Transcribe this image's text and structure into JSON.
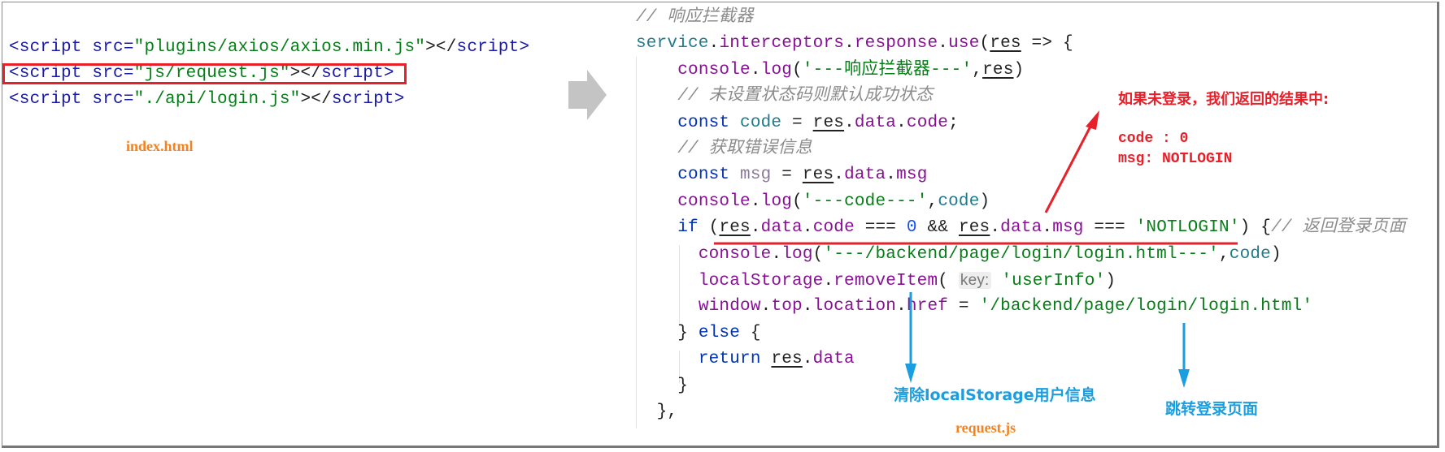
{
  "index_html": {
    "lines": [
      [
        [
          "<script",
          "t-tag"
        ],
        [
          " src=",
          "t-attr"
        ],
        [
          "\"plugins/axios/axios.min.js\"",
          "t-str"
        ],
        [
          "></",
          "t-punc"
        ],
        [
          "script",
          "t-tag"
        ],
        [
          ">",
          "t-tag"
        ]
      ],
      [
        [
          "<script",
          "t-tag"
        ],
        [
          " src=",
          "t-attr"
        ],
        [
          "\"js/request.js\"",
          "t-str"
        ],
        [
          "></",
          "t-punc"
        ],
        [
          "script",
          "t-tag"
        ],
        [
          ">",
          "t-tag"
        ]
      ],
      [
        [
          "<script",
          "t-tag"
        ],
        [
          " src=",
          "t-attr"
        ],
        [
          "\"./api/login.js\"",
          "t-str"
        ],
        [
          "></",
          "t-punc"
        ],
        [
          "script",
          "t-tag"
        ],
        [
          ">",
          "t-tag"
        ]
      ]
    ],
    "caption": "index.html"
  },
  "request_js": {
    "lines": [
      [
        [
          "// 响应拦截器",
          "t-cm"
        ]
      ],
      [
        [
          "service",
          "t-var"
        ],
        [
          ".",
          "t-plain"
        ],
        [
          "interceptors",
          "t-prop"
        ],
        [
          ".",
          "t-plain"
        ],
        [
          "response",
          "t-prop"
        ],
        [
          ".",
          "t-plain"
        ],
        [
          "use",
          "t-prop"
        ],
        [
          "(",
          "t-plain"
        ],
        [
          "res",
          "t-ul"
        ],
        [
          " => {",
          "t-plain"
        ]
      ],
      [
        [
          "    ",
          "t-plain"
        ],
        [
          "console",
          "t-prop"
        ],
        [
          ".",
          "t-plain"
        ],
        [
          "log",
          "t-prop"
        ],
        [
          "(",
          "t-plain"
        ],
        [
          "'---响应拦截器---'",
          "t-str"
        ],
        [
          ",",
          "t-plain"
        ],
        [
          "res",
          "t-ul"
        ],
        [
          ")",
          "t-plain"
        ]
      ],
      [
        [
          "    ",
          "t-plain"
        ],
        [
          "// 未设置状态码则默认成功状态",
          "t-cm"
        ]
      ],
      [
        [
          "    ",
          "t-plain"
        ],
        [
          "const ",
          "t-kw"
        ],
        [
          "code",
          "t-var"
        ],
        [
          " = ",
          "t-plain"
        ],
        [
          "res",
          "t-ul"
        ],
        [
          ".",
          "t-plain"
        ],
        [
          "data",
          "t-prop"
        ],
        [
          ".",
          "t-plain"
        ],
        [
          "code",
          "t-prop"
        ],
        [
          ";",
          "t-plain"
        ]
      ],
      [
        [
          "    ",
          "t-plain"
        ],
        [
          "// 获取错误信息",
          "t-cm"
        ]
      ],
      [
        [
          "    ",
          "t-plain"
        ],
        [
          "const ",
          "t-kw"
        ],
        [
          "msg",
          "t-msg"
        ],
        [
          " = ",
          "t-plain"
        ],
        [
          "res",
          "t-ul"
        ],
        [
          ".",
          "t-plain"
        ],
        [
          "data",
          "t-prop"
        ],
        [
          ".",
          "t-plain"
        ],
        [
          "msg",
          "t-prop"
        ]
      ],
      [
        [
          "    ",
          "t-plain"
        ],
        [
          "console",
          "t-prop"
        ],
        [
          ".",
          "t-plain"
        ],
        [
          "log",
          "t-prop"
        ],
        [
          "(",
          "t-plain"
        ],
        [
          "'---code---'",
          "t-str"
        ],
        [
          ",",
          "t-plain"
        ],
        [
          "code",
          "t-var"
        ],
        [
          ")",
          "t-plain"
        ]
      ],
      [
        [
          "    ",
          "t-plain"
        ],
        [
          "if ",
          "t-kw"
        ],
        [
          "(",
          "t-plain"
        ],
        [
          "res",
          "t-ul"
        ],
        [
          ".",
          "t-plain"
        ],
        [
          "data",
          "t-prop"
        ],
        [
          ".",
          "t-plain"
        ],
        [
          "code",
          "t-prop"
        ],
        [
          " === ",
          "t-plain"
        ],
        [
          "0",
          "t-num"
        ],
        [
          " && ",
          "t-plain"
        ],
        [
          "res",
          "t-ul"
        ],
        [
          ".",
          "t-plain"
        ],
        [
          "data",
          "t-prop"
        ],
        [
          ".",
          "t-plain"
        ],
        [
          "msg",
          "t-prop"
        ],
        [
          " === ",
          "t-plain"
        ],
        [
          "'NOTLOGIN'",
          "t-str"
        ],
        [
          ") {",
          "t-plain"
        ],
        [
          "// 返回登录页面",
          "t-cm"
        ]
      ],
      [
        [
          "      ",
          "t-plain"
        ],
        [
          "console",
          "t-prop"
        ],
        [
          ".",
          "t-plain"
        ],
        [
          "log",
          "t-prop"
        ],
        [
          "(",
          "t-plain"
        ],
        [
          "'---/backend/page/login/login.html---'",
          "t-str"
        ],
        [
          ",",
          "t-plain"
        ],
        [
          "code",
          "t-var"
        ],
        [
          ")",
          "t-plain"
        ]
      ],
      [
        [
          "      ",
          "t-plain"
        ],
        [
          "localStorage",
          "t-prop"
        ],
        [
          ".",
          "t-plain"
        ],
        [
          "removeItem",
          "t-prop"
        ],
        [
          "( ",
          "t-plain"
        ],
        [
          "key:",
          "t-hint"
        ],
        [
          " 'userInfo'",
          "t-str"
        ],
        [
          ")",
          "t-plain"
        ]
      ],
      [
        [
          "      ",
          "t-plain"
        ],
        [
          "window",
          "t-prop"
        ],
        [
          ".",
          "t-plain"
        ],
        [
          "top",
          "t-prop"
        ],
        [
          ".",
          "t-plain"
        ],
        [
          "location",
          "t-prop"
        ],
        [
          ".",
          "t-plain"
        ],
        [
          "href",
          "t-prop"
        ],
        [
          " = ",
          "t-plain"
        ],
        [
          "'/backend/page/login/login.html'",
          "t-str"
        ]
      ],
      [
        [
          "    ",
          "t-plain"
        ],
        [
          "} ",
          "t-plain"
        ],
        [
          "else",
          "t-kw"
        ],
        [
          " {",
          "t-plain"
        ]
      ],
      [
        [
          "      ",
          "t-plain"
        ],
        [
          "return ",
          "t-kw"
        ],
        [
          "res",
          "t-ul"
        ],
        [
          ".",
          "t-plain"
        ],
        [
          "data",
          "t-prop"
        ]
      ],
      [
        [
          "    ",
          "t-plain"
        ],
        [
          "}",
          "t-plain"
        ]
      ],
      [
        [
          "  ",
          "t-plain"
        ],
        [
          "},",
          "t-plain"
        ]
      ]
    ],
    "caption": "request.js"
  },
  "annotations": {
    "red_title": "如果未登录，我们返回的结果中:",
    "red_code": "code : 0",
    "red_msg": "msg: NOTLOGIN",
    "blue_clear": "清除localStorage用户信息",
    "blue_redirect": "跳转登录页面"
  },
  "colors": {
    "highlight_red": "#e8202a",
    "note_blue": "#1a9ee0",
    "caption_orange": "#f58220",
    "arrow_gray": "#c4c4c4"
  }
}
